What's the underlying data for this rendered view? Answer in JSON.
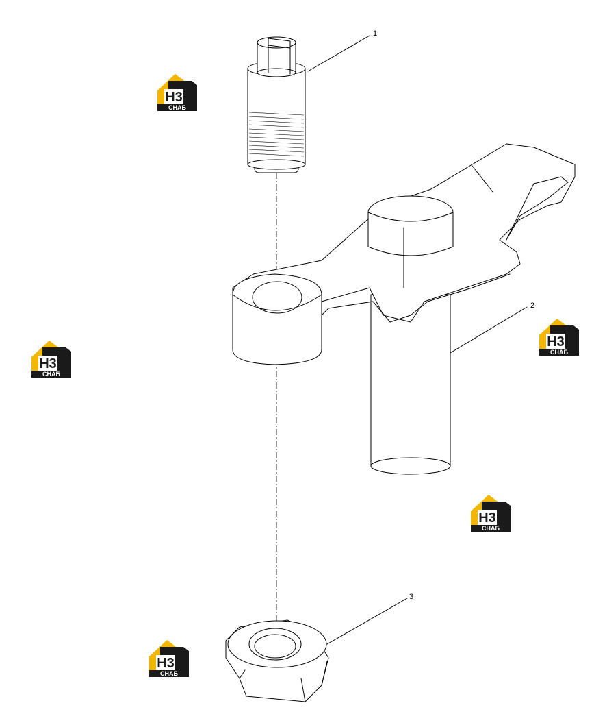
{
  "callouts": [
    {
      "number": "1"
    },
    {
      "number": "2"
    },
    {
      "number": "3"
    }
  ],
  "watermark": {
    "mark": "H3",
    "caption": "СНАБ",
    "color_black": "#1a1a1a",
    "color_yellow": "#f2b705",
    "color_white": "#ffffff"
  }
}
